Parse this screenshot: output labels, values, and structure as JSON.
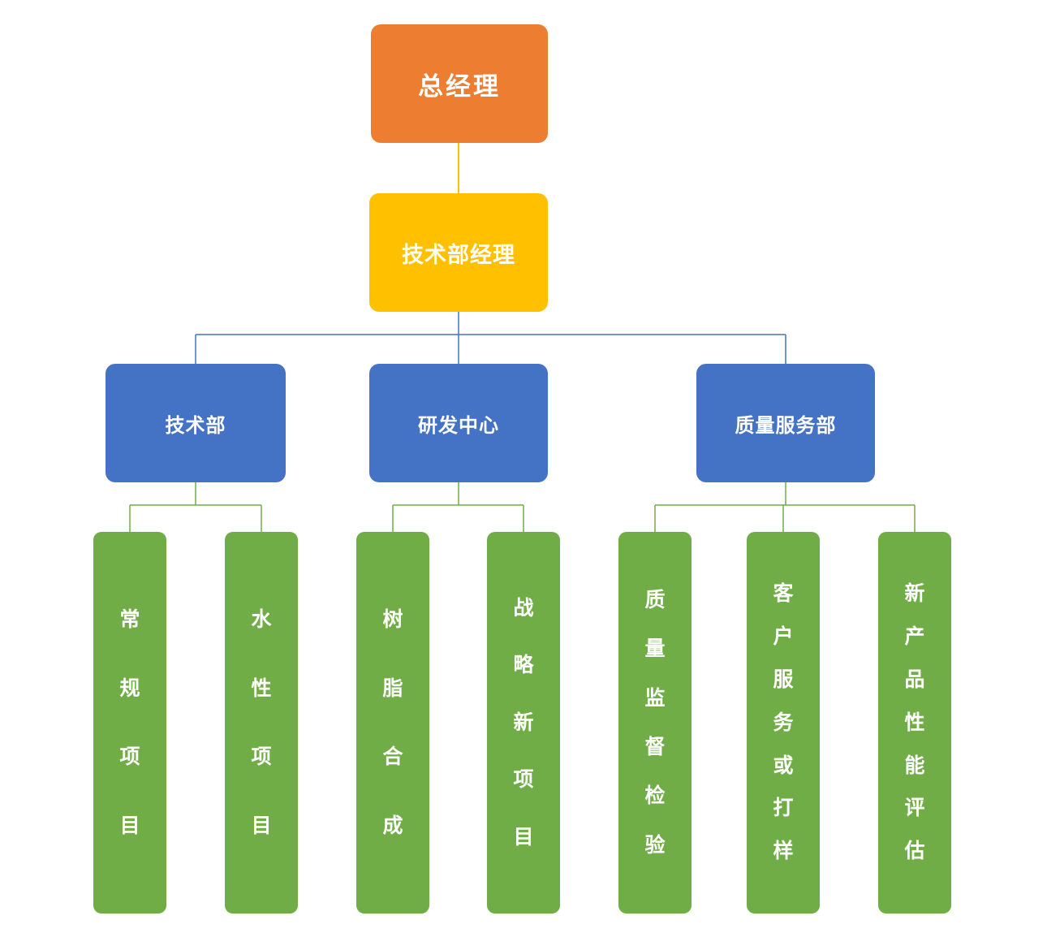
{
  "org_chart": {
    "root": {
      "label": "总经理"
    },
    "manager": {
      "label": "技术部经理"
    },
    "departments": [
      {
        "label": "技术部",
        "children": [
          {
            "label": "常规项目"
          },
          {
            "label": "水性项目"
          }
        ]
      },
      {
        "label": "研发中心",
        "children": [
          {
            "label": "树脂合成"
          },
          {
            "label": "战略新项目"
          }
        ]
      },
      {
        "label": "质量服务部",
        "children": [
          {
            "label": "质量监督检验"
          },
          {
            "label": "客户服务或打样"
          },
          {
            "label": "新产品性能评估"
          }
        ]
      }
    ],
    "colors": {
      "root_fill": "#ED7D31",
      "manager_fill": "#FFC000",
      "department_fill": "#4472C4",
      "team_fill": "#70AD47",
      "root_connector": "#FFC000",
      "department_connector": "#4472C4",
      "team_connector": "#70AD47",
      "text": "#FFFFFF",
      "background": "#FFFFFF"
    }
  }
}
